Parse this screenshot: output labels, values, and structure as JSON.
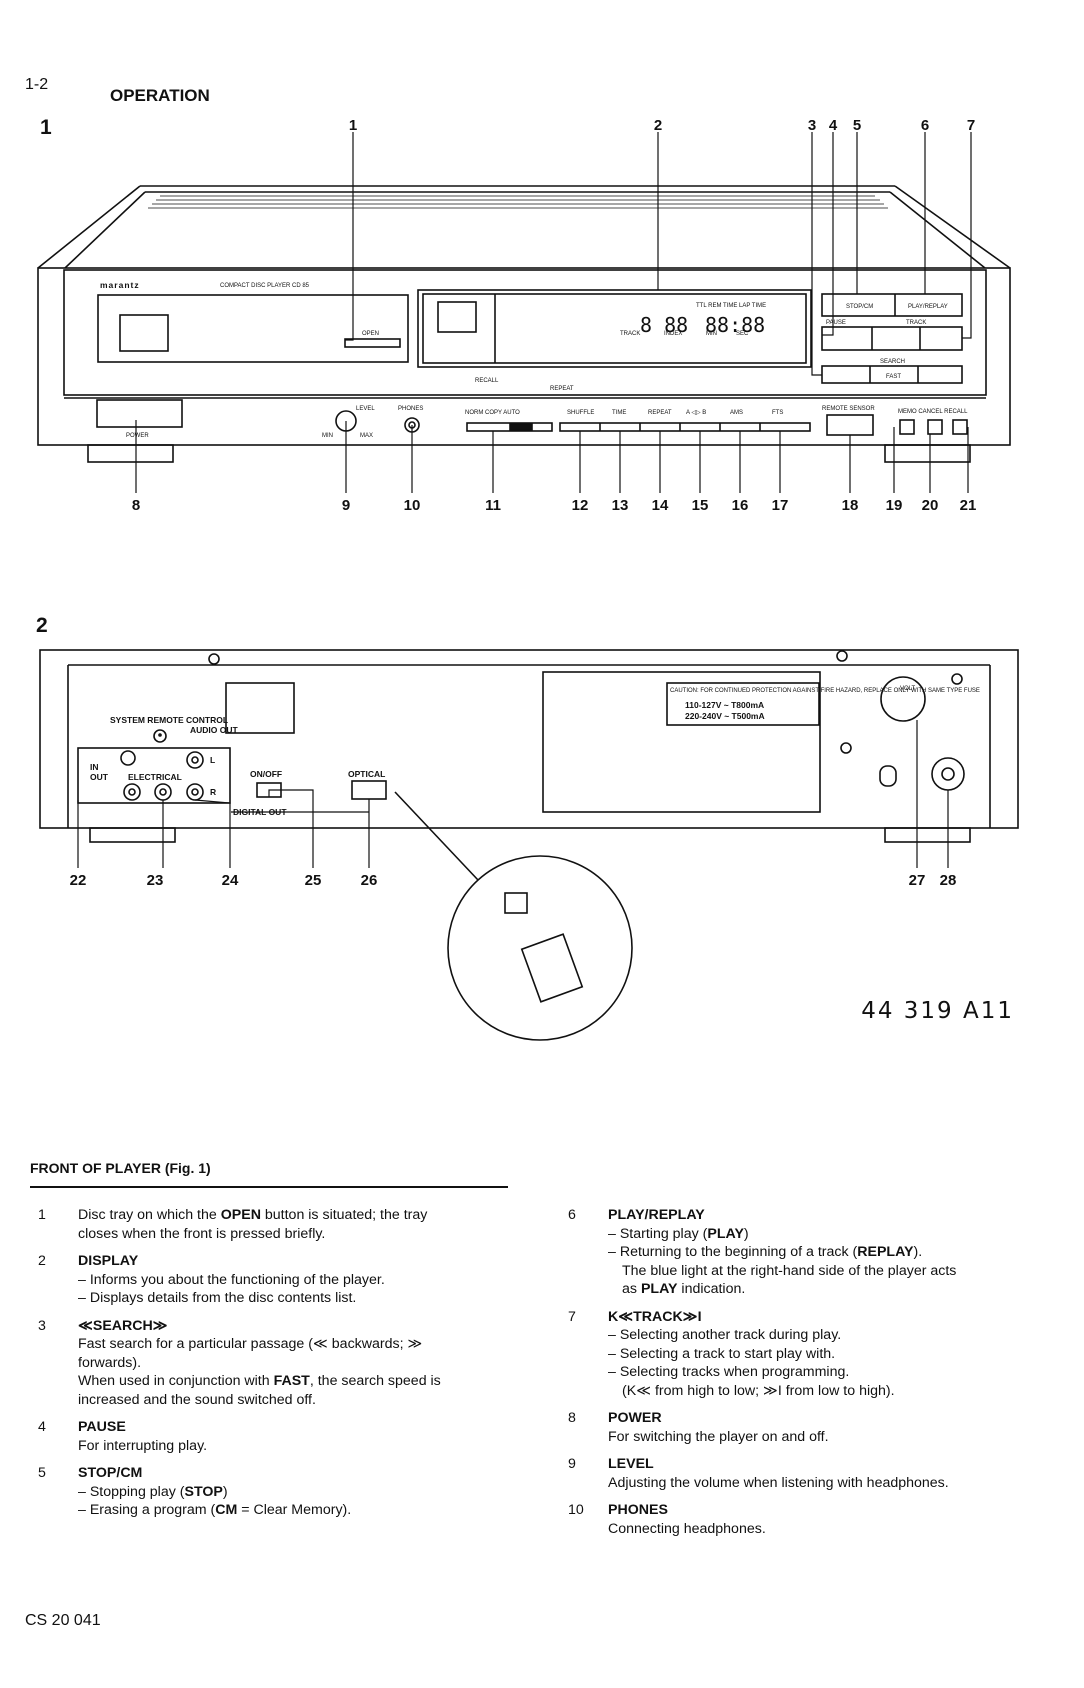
{
  "page": {
    "number": "1-2",
    "section": "OPERATION",
    "footer": "CS 20 041",
    "doc_ref": "44  319  A11"
  },
  "fig1": {
    "label": "1",
    "callouts_top": [
      "1",
      "2",
      "3",
      "4",
      "5",
      "6",
      "7"
    ],
    "callouts_bottom": [
      "8",
      "9",
      "10",
      "11",
      "12",
      "13",
      "14",
      "15",
      "16",
      "17",
      "18",
      "19",
      "20",
      "21"
    ],
    "panel": {
      "brand": "marantz",
      "model": "COMPACT DISC PLAYER CD 85",
      "open": "OPEN",
      "power": "POWER",
      "level": "LEVEL",
      "phones": "PHONES",
      "min": "MIN",
      "max": "MAX",
      "recall": "RECALL",
      "repeat": "REPEAT",
      "stop_cm": "STOP/CM",
      "play_replay": "PLAY/REPLAY",
      "pause": "PAUSE",
      "track": "TRACK",
      "search": "SEARCH",
      "fast": "FAST",
      "remote_sensor": "REMOTE SENSOR",
      "memo_cancel_recall": "MEMO CANCEL RECALL",
      "buttons_row": [
        "NORM COPY AUTO",
        "SHUFFLE",
        "TIME",
        "REPEAT",
        "A ◁▷ B",
        "AMS",
        "FTS"
      ],
      "disp_time": "TTL REM TIME  LAP TIME",
      "disp_track": "TRACK",
      "disp_index": "INDEX",
      "disp_min": "MIN",
      "disp_sec": "SEC"
    }
  },
  "fig2": {
    "label": "2",
    "callouts": [
      "22",
      "23",
      "24",
      "25",
      "26",
      "27",
      "28"
    ],
    "labels": {
      "system_remote_control": "SYSTEM REMOTE CONTROL",
      "audio_out": "AUDIO OUT",
      "in": "IN",
      "out": "OUT",
      "electrical": "ELECTRICAL",
      "on_off": "ON/OFF",
      "optical": "OPTICAL",
      "digital_out": "DIGITAL OUT",
      "l": "L",
      "r": "R",
      "volt": "VOLT",
      "caution": "CAUTION: FOR CONTINUED PROTECTION AGAINST FIRE HAZARD, REPLACE ONLY WITH SAME TYPE FUSE",
      "fuse1": "110-127V ~ T800mA",
      "fuse2": "220-240V ~ T500mA"
    }
  },
  "front_title": "FRONT OF PLAYER (Fig. 1)",
  "items_left": [
    {
      "num": "1",
      "lines": [
        [
          {
            "t": "Disc tray on which the "
          },
          {
            "t": "OPEN",
            "b": true
          },
          {
            "t": " button is situated; the tray"
          }
        ],
        [
          {
            "t": "closes when the front is pressed briefly."
          }
        ]
      ]
    },
    {
      "num": "2",
      "head": "DISPLAY",
      "lines": [
        [
          {
            "t": "– Informs you about the functioning of the player."
          }
        ],
        [
          {
            "t": "– Displays details from the disc contents list."
          }
        ]
      ]
    },
    {
      "num": "3",
      "head": "≪SEARCH≫",
      "headNormal": true,
      "lines": [
        [
          {
            "t": "Fast search for a particular passage (≪ backwards; ≫"
          }
        ],
        [
          {
            "t": "forwards)."
          }
        ],
        [
          {
            "t": "When used in conjunction with "
          },
          {
            "t": "FAST",
            "b": true
          },
          {
            "t": ", the search speed is"
          }
        ],
        [
          {
            "t": "increased and the sound switched off."
          }
        ]
      ]
    },
    {
      "num": "4",
      "head": "PAUSE",
      "lines": [
        [
          {
            "t": "For interrupting play."
          }
        ]
      ]
    },
    {
      "num": "5",
      "head": "STOP/CM",
      "lines": [
        [
          {
            "t": "– Stopping play ("
          },
          {
            "t": "STOP",
            "b": true
          },
          {
            "t": ")"
          }
        ],
        [
          {
            "t": "– Erasing a program ("
          },
          {
            "t": "CM",
            "b": true
          },
          {
            "t": " = Clear Memory)."
          }
        ]
      ]
    }
  ],
  "items_right": [
    {
      "num": "6",
      "head": "PLAY/REPLAY",
      "lines": [
        [
          {
            "t": "– Starting play ("
          },
          {
            "t": "PLAY",
            "b": true
          },
          {
            "t": ")"
          }
        ],
        [
          {
            "t": "– Returning to the beginning of a track ("
          },
          {
            "t": "REPLAY",
            "b": true
          },
          {
            "t": ")."
          }
        ],
        [
          {
            "t": "The blue light at the right-hand side of the player acts",
            "i": true
          }
        ],
        [
          {
            "t": "as ",
            "i": true
          },
          {
            "t": "PLAY",
            "b": true
          },
          {
            "t": " indication."
          }
        ]
      ]
    },
    {
      "num": "7",
      "head": "K≪TRACK≫I",
      "lines": [
        [
          {
            "t": "– Selecting another track during play."
          }
        ],
        [
          {
            "t": "– Selecting a track to start play with."
          }
        ],
        [
          {
            "t": "– Selecting tracks when programming."
          }
        ],
        [
          {
            "t": "(K≪ from high to low; ≫I from low to high).",
            "i": true
          }
        ]
      ]
    },
    {
      "num": "8",
      "head": "POWER",
      "lines": [
        [
          {
            "t": "For switching the player on and off."
          }
        ]
      ]
    },
    {
      "num": "9",
      "head": "LEVEL",
      "lines": [
        [
          {
            "t": "Adjusting the volume when listening with headphones."
          }
        ]
      ]
    },
    {
      "num": "10",
      "head": "PHONES",
      "lines": [
        [
          {
            "t": "Connecting headphones."
          }
        ]
      ]
    }
  ]
}
